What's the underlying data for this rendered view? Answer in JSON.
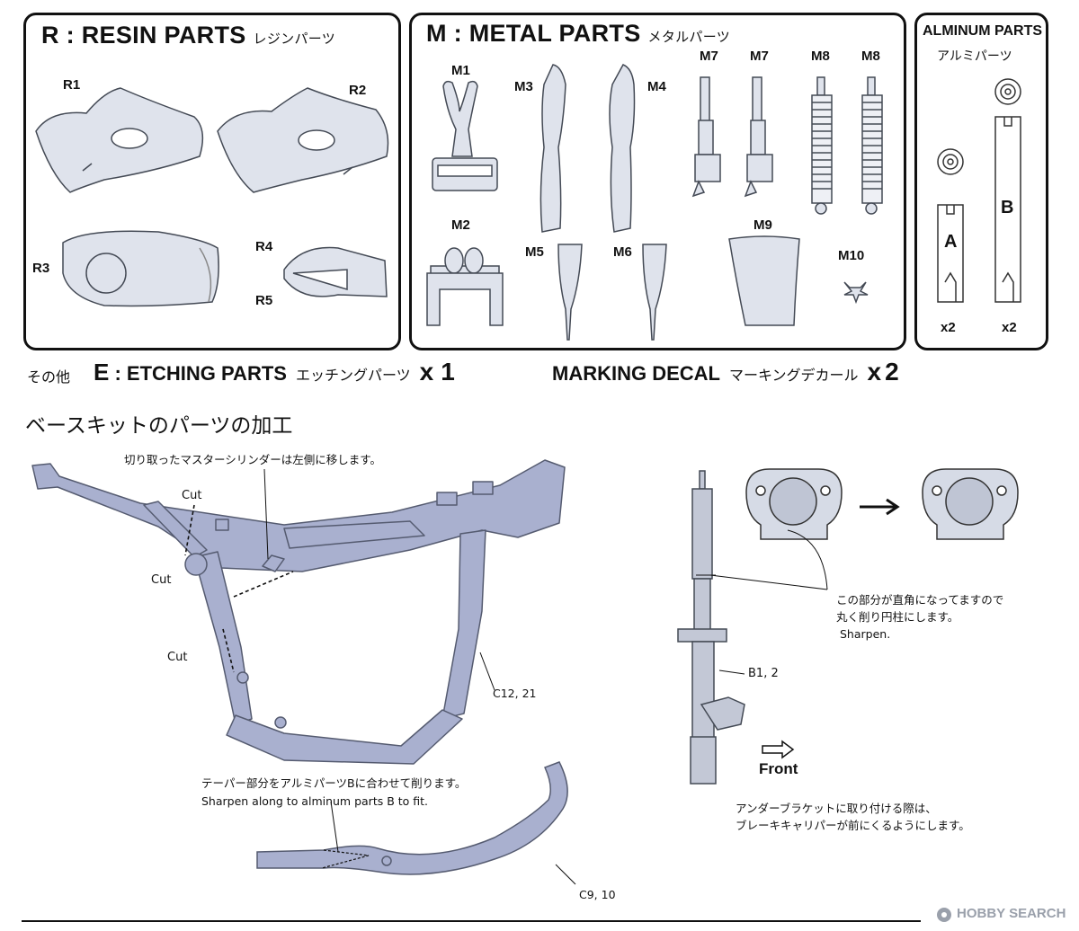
{
  "resin": {
    "title_code": "R",
    "title": "RESIN PARTS",
    "title_jp": "レジンパーツ",
    "parts": [
      "R1",
      "R2",
      "R3",
      "R4",
      "R5"
    ]
  },
  "metal": {
    "title_code": "M",
    "title": "METAL PARTS",
    "title_jp": "メタルパーツ",
    "parts": [
      "M1",
      "M3",
      "M4",
      "M7",
      "M7",
      "M8",
      "M8",
      "M2",
      "M5",
      "M6",
      "M9",
      "M10"
    ]
  },
  "aluminum": {
    "title": "ALMINUM PARTS",
    "title_jp": "アルミパーツ",
    "part_a": "A",
    "part_b": "B",
    "qty_a": "x2",
    "qty_b": "x2"
  },
  "extras": {
    "other_jp": "その他",
    "etching_code": "E",
    "etching": "ETCHING PARTS",
    "etching_jp": "エッチングパーツ",
    "etching_qty": "x",
    "etching_qty_num": "1",
    "decal": "MARKING DECAL",
    "decal_jp": "マーキングデカール",
    "decal_qty": "x",
    "decal_qty_num": "2"
  },
  "base_kit": {
    "title": "ベースキットのパーツの加工",
    "frame_note": "切り取ったマスターシリンダーは左側に移します。",
    "cut": "Cut",
    "frame_part": "C12, 21",
    "exhaust_note_jp": "テーパー部分をアルミパーツBに合わせて削ります。",
    "exhaust_note_en": "Sharpen along to alminum parts B to fit.",
    "exhaust_part": "C9, 10",
    "fork_note_jp1": "この部分が直角になってますので",
    "fork_note_jp2": "丸く削り円柱にします。",
    "fork_note_en": "Sharpen.",
    "fork_part": "B1, 2",
    "front": "Front",
    "bracket_note_1": "アンダーブラケットに取り付ける際は、",
    "bracket_note_2": "ブレーキキャリパーが前にくるようにします。"
  },
  "watermark": "HOBBY SEARCH",
  "colors": {
    "part_fill": "#d6dbe6",
    "part_stroke": "#444a55",
    "frame_fill": "#a9b0cf",
    "ink": "#111111"
  }
}
